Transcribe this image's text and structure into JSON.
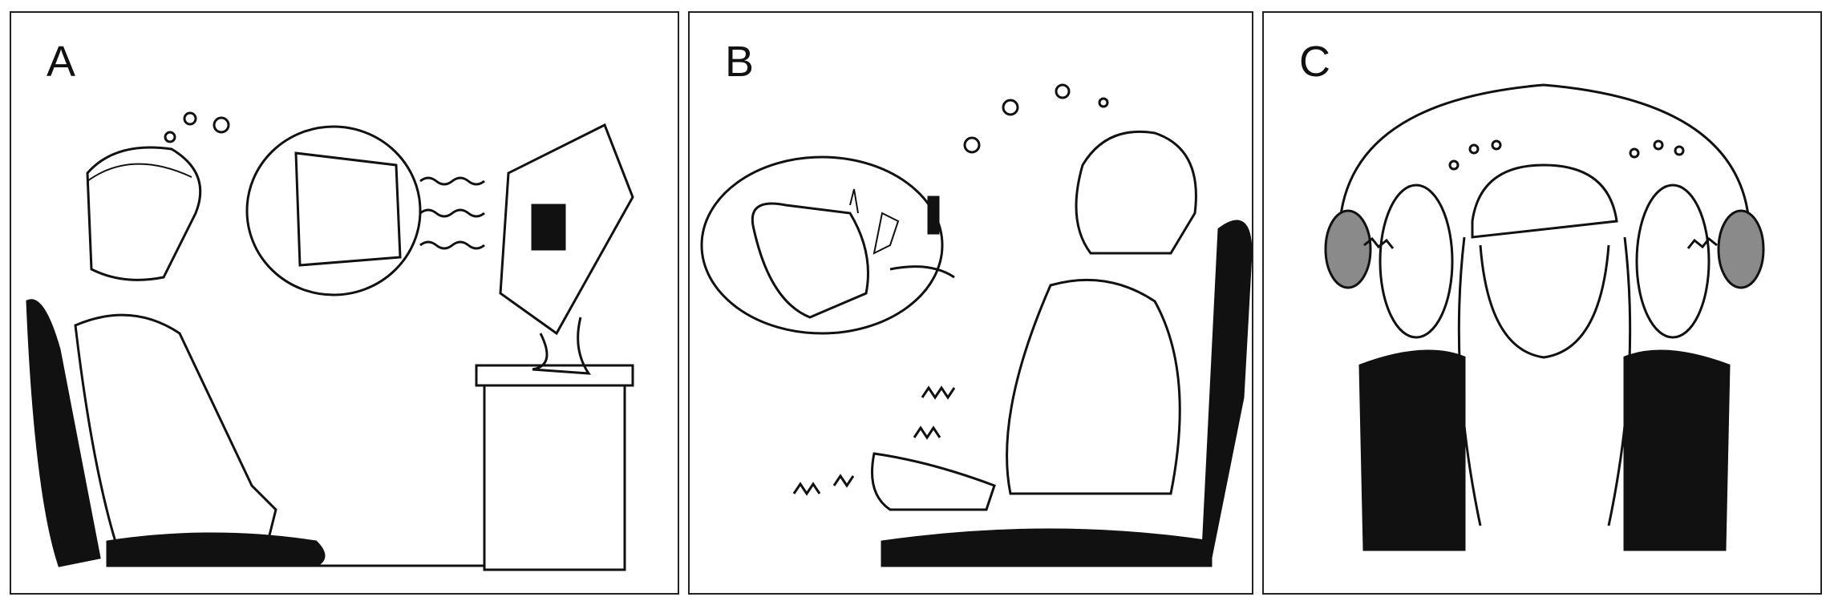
{
  "panels": [
    {
      "label": "A"
    },
    {
      "label": "B"
    },
    {
      "label": "C"
    }
  ],
  "colors": {
    "ink": "#111111",
    "paper": "#ffffff",
    "gray": "#8a8a8a"
  }
}
